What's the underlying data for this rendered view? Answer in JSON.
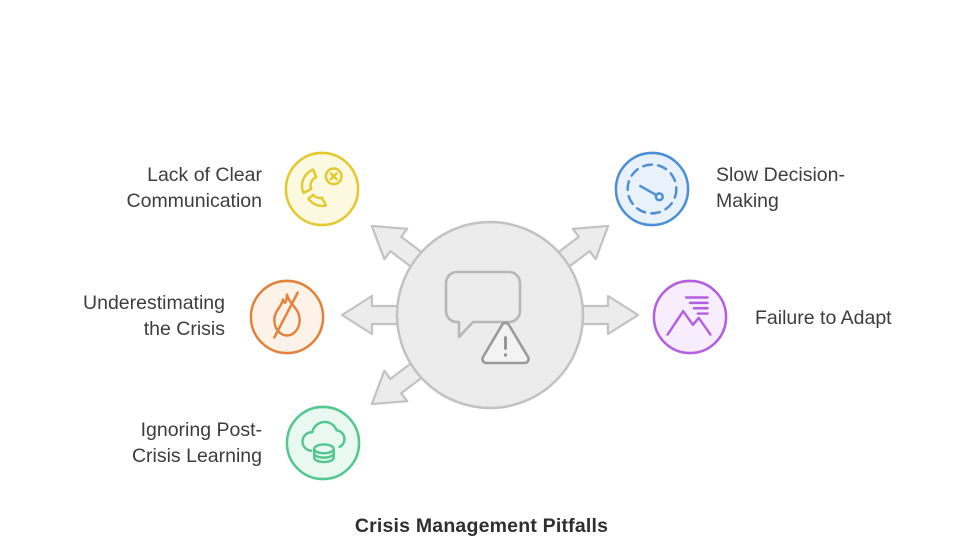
{
  "title": "Crisis Management Pitfalls",
  "colors": {
    "text": "#3d3d3d",
    "title_text": "#2f2f2f",
    "hub_fill": "#ececec",
    "hub_stroke": "#c2c2c2",
    "glyph_stroke": "#9a9a9a"
  },
  "center": {
    "icon": "alert-speech-bubble-icon"
  },
  "nodes": [
    {
      "label": "Lack of Clear\nCommunication",
      "icon": "broken-communication-icon",
      "color": "#e4c92e",
      "bg": "#fcf9e1",
      "position": "top-left"
    },
    {
      "label": "Underestimating\nthe Crisis",
      "icon": "extinguished-flame-icon",
      "color": "#e2823c",
      "bg": "#fdf2e8",
      "position": "middle-left"
    },
    {
      "label": "Ignoring Post-\nCrisis Learning",
      "icon": "cloud-database-icon",
      "color": "#54c68e",
      "bg": "#e9f9f1",
      "position": "bottom-left"
    },
    {
      "label": "Slow Decision-\nMaking",
      "icon": "slow-gauge-icon",
      "color": "#4d8fd6",
      "bg": "#e9f1fb",
      "position": "top-right"
    },
    {
      "label": "Failure to Adapt",
      "icon": "mountain-wind-icon",
      "color": "#b35fe0",
      "bg": "#f7edfc",
      "position": "middle-right"
    }
  ]
}
